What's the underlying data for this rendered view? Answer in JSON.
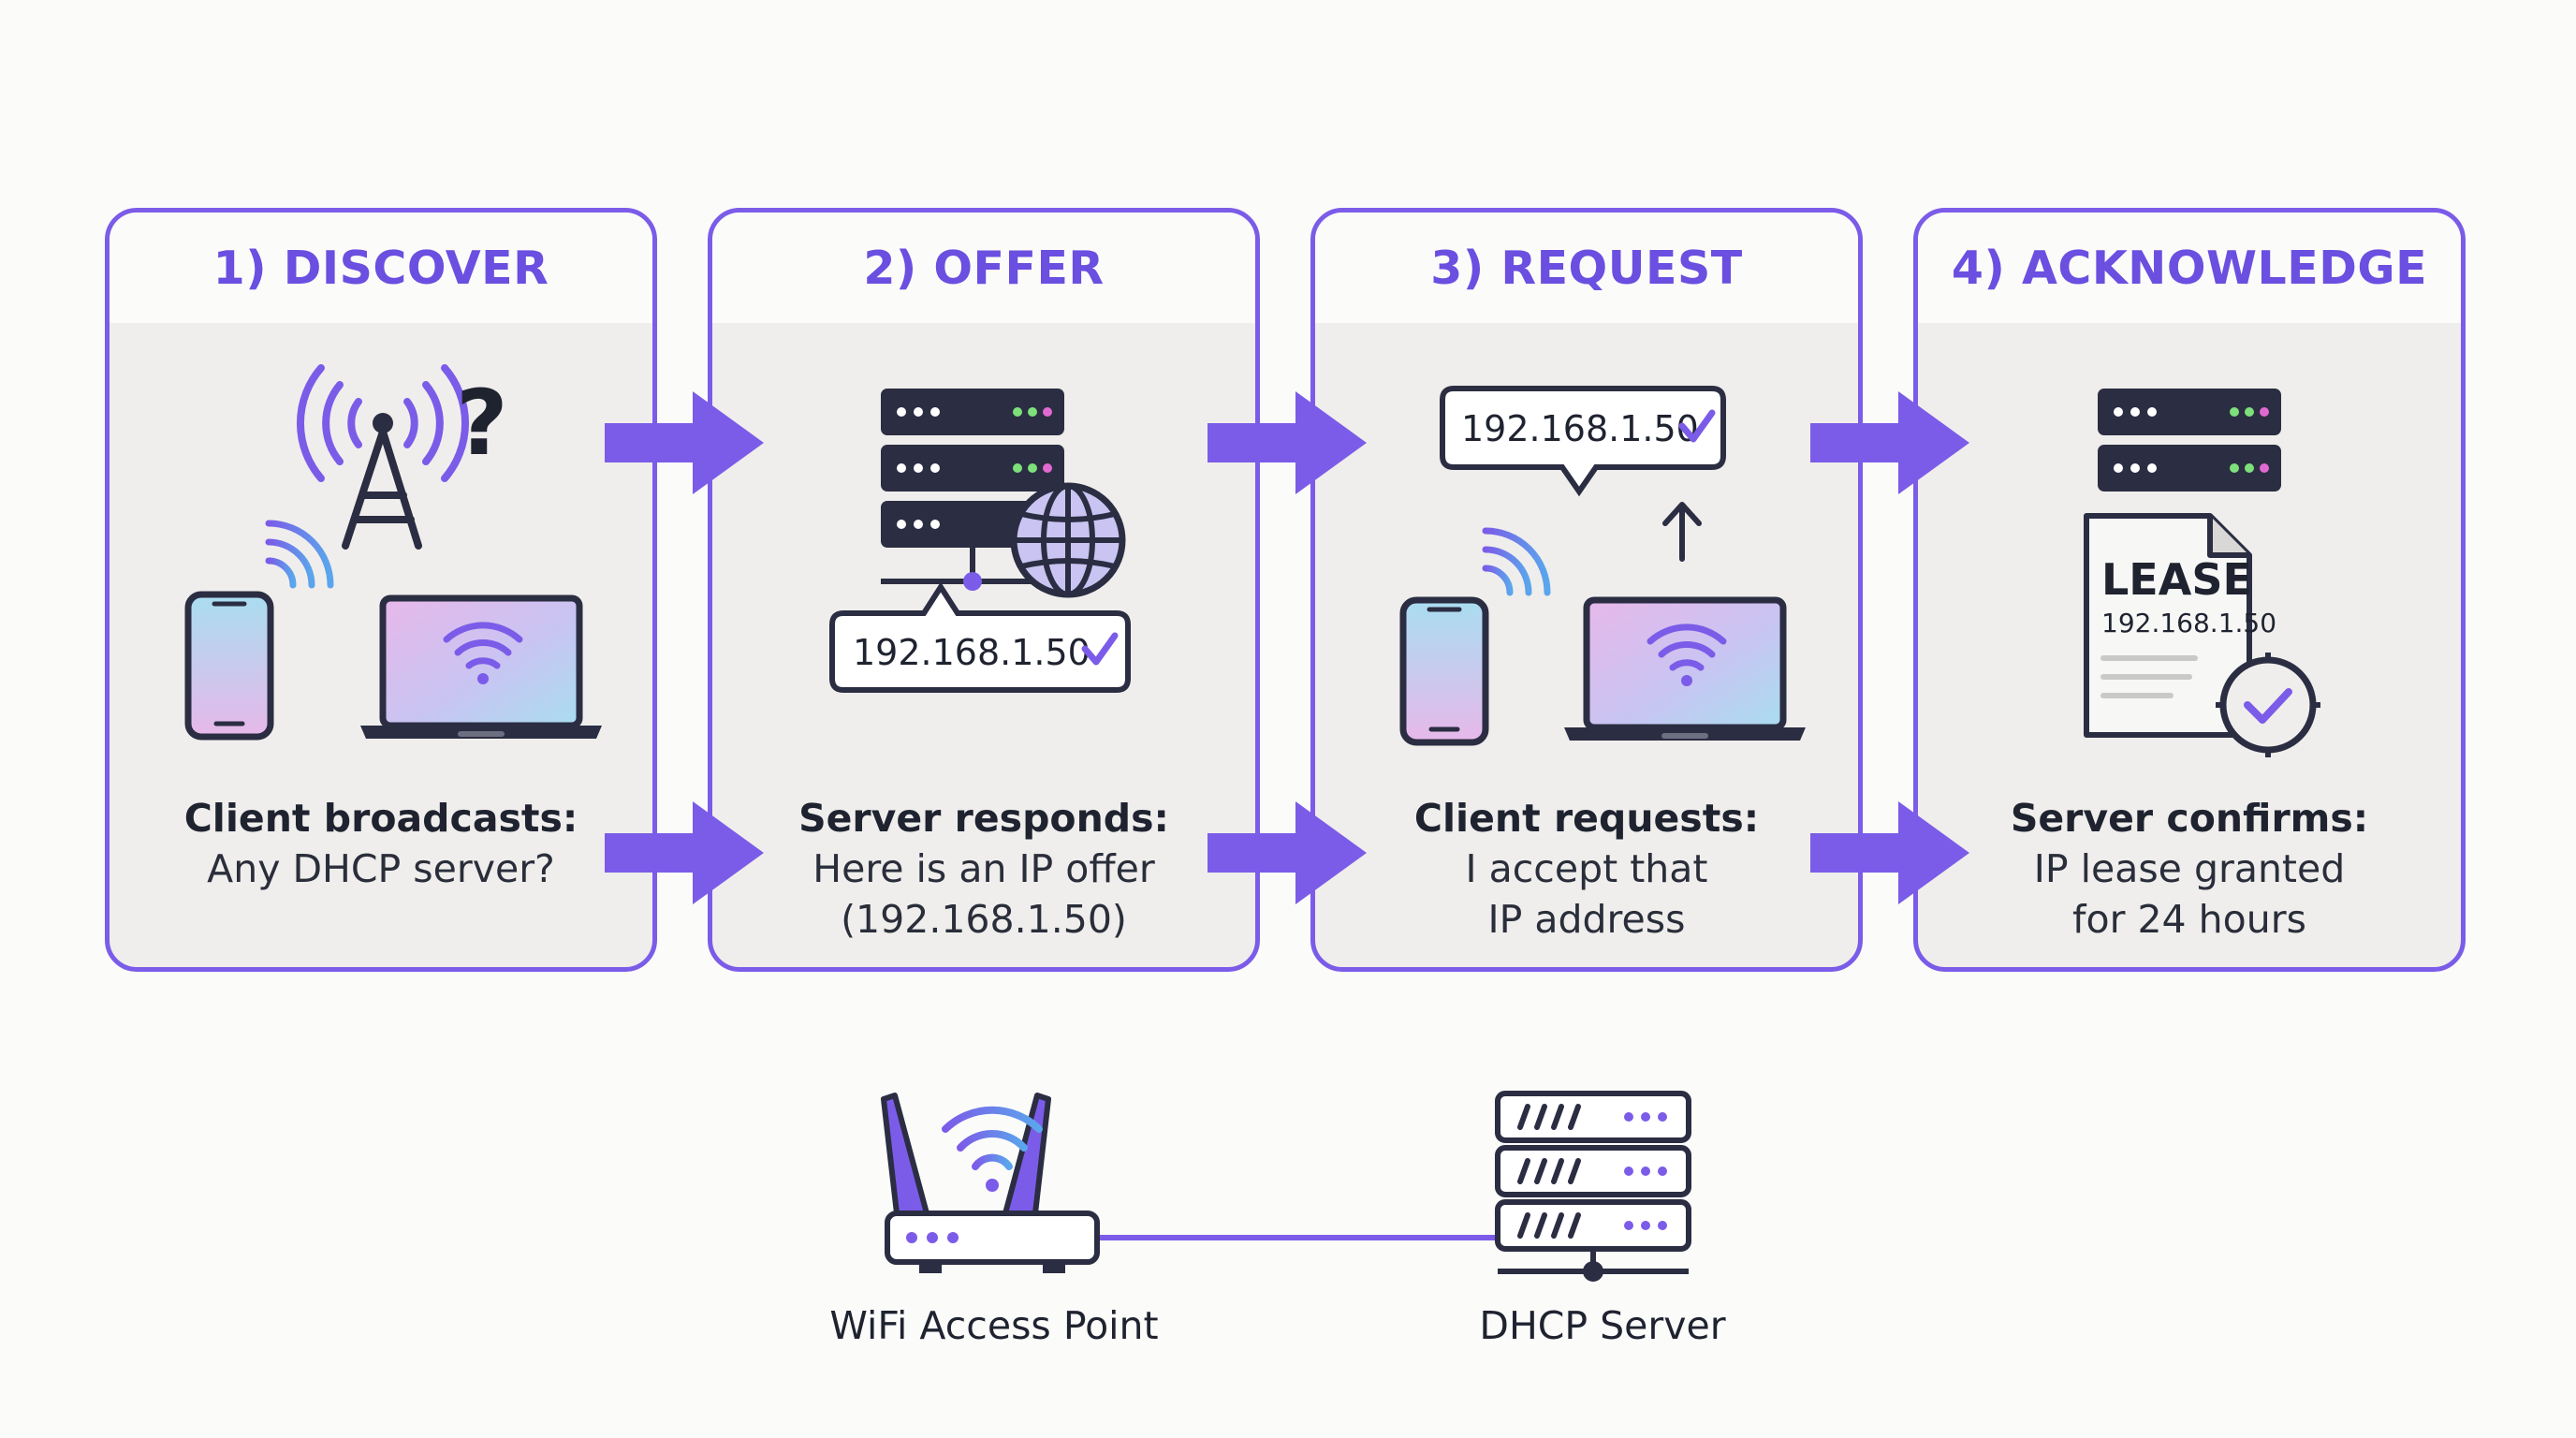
{
  "steps": [
    {
      "title": "1) DISCOVER",
      "lead": "Client broadcasts:",
      "lines": [
        "Any DHCP server?"
      ]
    },
    {
      "title": "2) OFFER",
      "lead": "Server responds:",
      "lines": [
        "Here is an IP offer",
        "(192.168.1.50)"
      ],
      "bubble_ip": "192.168.1.50"
    },
    {
      "title": "3) REQUEST",
      "lead": "Client requests:",
      "lines": [
        "I accept that",
        "IP address"
      ],
      "bubble_ip": "192.168.1.50"
    },
    {
      "title": "4) ACKNOWLEDGE",
      "lead": "Server confirms:",
      "lines": [
        "IP lease granted",
        "for 24 hours"
      ],
      "lease_title": "LEASE",
      "lease_ip": "192.168.1.50"
    }
  ],
  "topology": {
    "access_point_label": "WiFi Access Point",
    "server_label": "DHCP Server"
  },
  "colors": {
    "accent": "#7b5ce8",
    "accent_dark": "#6a4fe0",
    "ink": "#2b2d42",
    "card_bg": "#efeeec",
    "led_green": "#7ee07a",
    "led_pink": "#e06ad2"
  },
  "icons": {
    "discover": [
      "broadcast-tower-icon",
      "question-mark-icon",
      "smartphone-icon",
      "wifi-signal-icon",
      "laptop-icon"
    ],
    "offer": [
      "server-rack-icon",
      "globe-icon",
      "speech-bubble-icon",
      "check-icon"
    ],
    "request": [
      "speech-bubble-icon",
      "check-icon",
      "up-arrow-icon",
      "smartphone-icon",
      "laptop-icon"
    ],
    "acknowledge": [
      "server-rack-icon",
      "lease-document-icon",
      "clock-check-icon"
    ],
    "bottom": [
      "wifi-router-icon",
      "dhcp-server-icon"
    ]
  }
}
